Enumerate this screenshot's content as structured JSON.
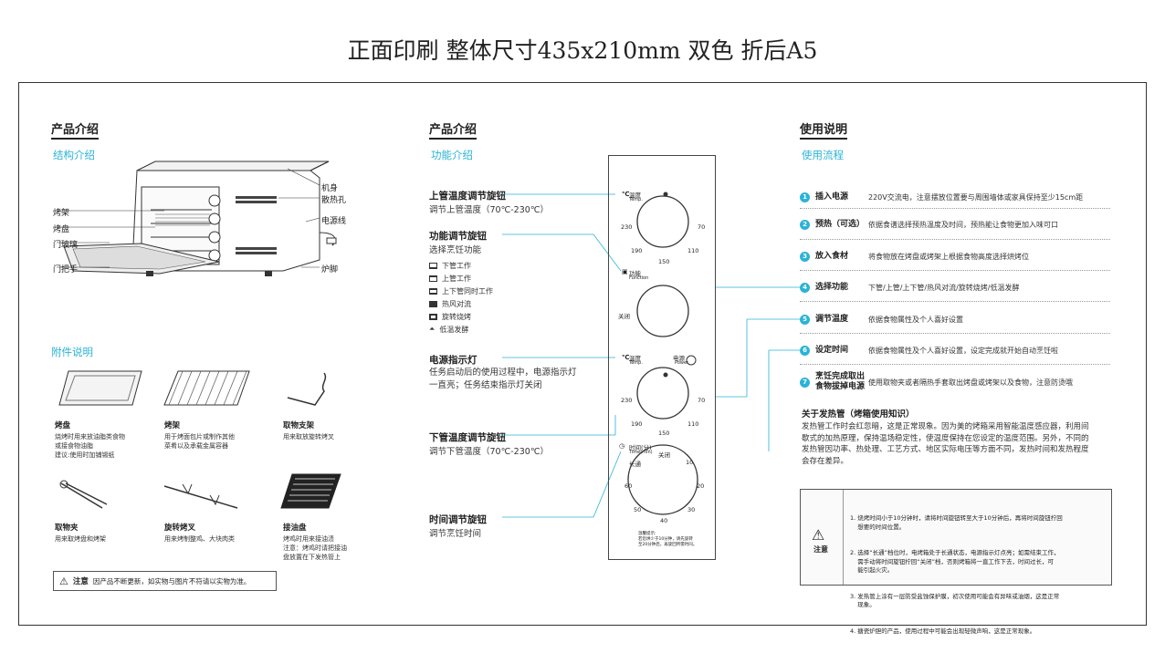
{
  "header": {
    "title": "正面印刷  整体尺寸435x210mm 双色 折后A5"
  },
  "left": {
    "section_title": "产品介绍",
    "structure_title": "结构介绍",
    "structure_labels_left": [
      "烤架",
      "烤盘",
      "门玻璃",
      "门把手"
    ],
    "structure_labels_right": [
      "机身",
      "散热孔",
      "电源线",
      "炉脚"
    ],
    "accessories_title": "附件说明",
    "accessories": [
      {
        "name": "烤盘",
        "desc": "烧烤时用来放油脂类食物\n或接食物油脂\n建议:使用时加铺锡纸"
      },
      {
        "name": "烤架",
        "desc": "用于烤面包片或制作其他\n菜肴以及承载金属容器"
      },
      {
        "name": "取物支架",
        "desc": "用来取放旋转烤叉"
      },
      {
        "name": "取物夹",
        "desc": "用来取烤盘和烤架"
      },
      {
        "name": "旋转烤叉",
        "desc": "用来烤制整鸡、大块肉类"
      },
      {
        "name": "接油盘",
        "desc": "烤鸡时用来接油渍\n注意：烤鸡时请把接油\n盘放置在下发热管上"
      }
    ],
    "notice_label": "注意",
    "notice_text": "因产品不断更新，如实物与图片不符请以实物为准。"
  },
  "middle": {
    "section_title": "产品介绍",
    "func_title": "功能介绍",
    "upper_knob_label": "上管温度调节旋钮",
    "upper_knob_desc": "调节上管温度（70℃-230℃）",
    "func_knob_label": "功能调节旋钮",
    "func_knob_desc": "选择烹饪功能",
    "modes": [
      "下管工作",
      "上管工作",
      "上下管同时工作",
      "热风对流",
      "旋转烧烤",
      "低温发酵"
    ],
    "power_label": "电源指示灯",
    "power_desc": "任务启动后的使用过程中，电源指示灯\n一直亮；任务结束指示灯关闭",
    "lower_knob_label": "下管温度调节旋钮",
    "lower_knob_desc": "调节下管温度（70℃-230℃）",
    "timer_label": "时间调节旋钮",
    "timer_desc": "调节烹饪时间",
    "panel": {
      "temp_label": "温度",
      "temp_en": "Temp.",
      "func_label": "功能",
      "func_en": "Function",
      "off": "关闭",
      "power_label": "电源",
      "power_en": "Power",
      "time_label": "时间(分)",
      "time_en": "Time(min)",
      "time_on": "长通",
      "time_off": "关闭",
      "temp_marks": [
        "230",
        "70",
        "190",
        "110",
        "150"
      ],
      "time_marks": [
        "10",
        "20",
        "30",
        "40",
        "50",
        "60"
      ],
      "footnote": "温馨提示:\n若您烘少于10分钟，请先旋转\n至20分钟后，再旋回所需时间。"
    }
  },
  "right": {
    "section_title": "使用说明",
    "flow_title": "使用流程",
    "steps": [
      {
        "num": "1",
        "title": "插入电源",
        "desc": "220V交流电，注意摆放位置要与周围墙体或家具保持至少15cm距"
      },
      {
        "num": "2",
        "title": "预热（可选）",
        "desc": "依据食谱选择预热温度及时间，预热能让食物更加入味可口"
      },
      {
        "num": "3",
        "title": "放入食材",
        "desc": "将食物放在烤盘或烤架上根据食物高度选择烘烤位"
      },
      {
        "num": "4",
        "title": "选择功能",
        "desc": "下管/上管/上下管/热风对流/旋转烧烤/低温发酵"
      },
      {
        "num": "5",
        "title": "调节温度",
        "desc": "依据食物属性及个人喜好设置"
      },
      {
        "num": "6",
        "title": "设定时间",
        "desc": "依据食物属性及个人喜好设置，设定完成就开始自动烹饪啦"
      },
      {
        "num": "7",
        "title": "烹饪完成取出\n食物拔掉电源",
        "desc": "使用取物夹或者隔热手套取出烤盘或烤架以及食物，注意防烫哦"
      }
    ],
    "heat_title": "关于发热管（烤箱使用知识）",
    "heat_text": "发热管工作时会红忽暗，这是正常现象。因为美的烤箱采用智能温度感应器，利用间\n歇式的加热原理，保持温场稳定性，使温度保持在您设定的温度范围。另外，不同的\n发热管因功率、热处理、工艺方式、地区实际电压等方面不同，发热时间和发热程度\n会存在差异。",
    "note_label": "注意",
    "notes": [
      "1. 烧烤时间小于10分钟时，请将时间旋钮转至大于10分钟后，再将时间旋钮拧回\n    想要的时间位置。",
      "2. 选择“长通”档位时，电烤箱处于长通状态，电源指示灯点亮；如需结束工作，\n    需手动将时间旋钮拧回“关闭”档，否则烤箱将一直工作下去，时间过长，可\n    能引起火灾。",
      "3. 发热管上涂有一层防受盐蚀保护膜，初次使用可能会有异味或油烟，这是正常\n    现象。",
      "4. 搪瓷炉胆的产品，使用过程中可能会出现轻微声响，这是正常现象。"
    ]
  }
}
